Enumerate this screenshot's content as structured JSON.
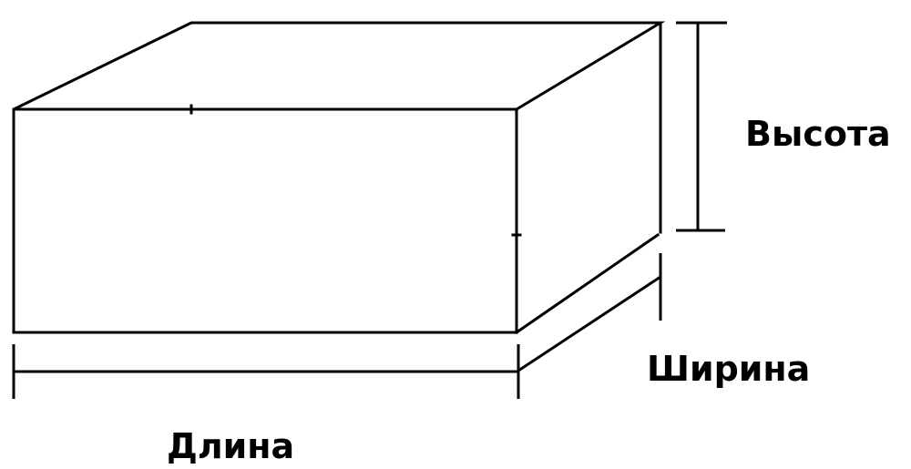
{
  "diagram": {
    "labels": {
      "height": "Высота",
      "width": "Ширина",
      "length": "Длина"
    },
    "stroke_color": "#000000",
    "background_color": "#ffffff"
  }
}
